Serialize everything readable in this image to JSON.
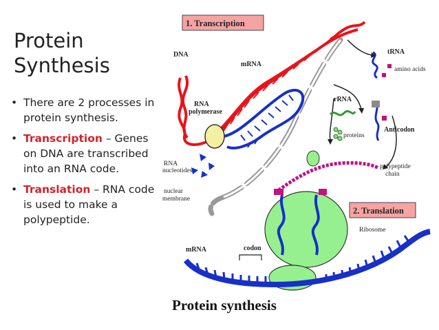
{
  "slide": {
    "title_line1": "Protein",
    "title_line2": "Synthesis"
  },
  "bullets": [
    {
      "text": "There are 2 processes in protein synthesis."
    },
    {
      "term": "Transcription",
      "text": " – Genes on DNA are transcribed into an RNA code."
    },
    {
      "term": "Translation",
      "text": " – RNA code is used to make a polypeptide."
    }
  ],
  "diagram": {
    "title": "Protein synthesis",
    "step1_label": "1. Transcription",
    "step2_label": "2. Translation",
    "labels": {
      "dna": "DNA",
      "mrna_top": "mRNA",
      "rna_polymerase_1": "RNA",
      "rna_polymerase_2": "polymerase",
      "rna_nucleotides_1": "RNA",
      "rna_nucleotides_2": "nucleotides",
      "nuclear_membrane_1": "nuclear",
      "nuclear_membrane_2": "membrane",
      "trna": "tRNA",
      "amino_acids": "amino acids",
      "rrna": "rRNA",
      "proteins": "proteins",
      "anticodon": "Anticodon",
      "polypeptide_chain_1": "polypeptide",
      "polypeptide_chain_2": "chain",
      "ribosome": "Ribosome",
      "codon": "codon",
      "mrna_bottom": "mRNA"
    },
    "colors": {
      "dna_red": "#e8141b",
      "mrna_blue": "#1730c8",
      "polymerase_yellow": "#f3f0a2",
      "ribosome_green": "#96f08f",
      "protein_magenta": "#c2127e",
      "step_box": "#f6a3a3"
    }
  }
}
